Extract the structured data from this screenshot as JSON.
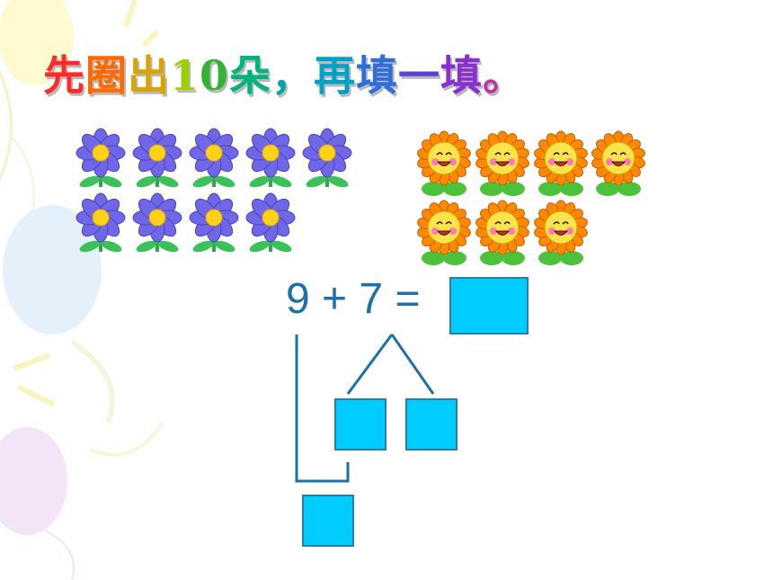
{
  "title": "先圈出10朵，再填一填。",
  "title_chars": [
    {
      "ch": "先",
      "color": "#ff2a2a"
    },
    {
      "ch": "圈",
      "color": "#ff6a00"
    },
    {
      "ch": "出",
      "color": "#d9a400"
    },
    {
      "ch": "1",
      "color": "#9bd100"
    },
    {
      "ch": "0",
      "color": "#33b233"
    },
    {
      "ch": "朵",
      "color": "#00b37a"
    },
    {
      "ch": "，",
      "color": "#00a5a5"
    },
    {
      "ch": "再",
      "color": "#00a0c8"
    },
    {
      "ch": "填",
      "color": "#2f6fdc"
    },
    {
      "ch": "一",
      "color": "#5a3fd8"
    },
    {
      "ch": "填",
      "color": "#8a2fd0"
    },
    {
      "ch": "。",
      "color": "#c02fa8"
    }
  ],
  "purple_flowers": {
    "count": 9,
    "icon": "purple-flower-icon",
    "petal_color": "#6f67e8"
  },
  "sunflowers": {
    "count": 7,
    "icon": "smiling-sunflower-icon",
    "petal_color": "#ff8a00"
  },
  "equation": {
    "a": "9",
    "op": "+",
    "b": "7",
    "eq": "="
  },
  "colors": {
    "box_fill": "#00ccff",
    "line": "#1f6fa8"
  }
}
